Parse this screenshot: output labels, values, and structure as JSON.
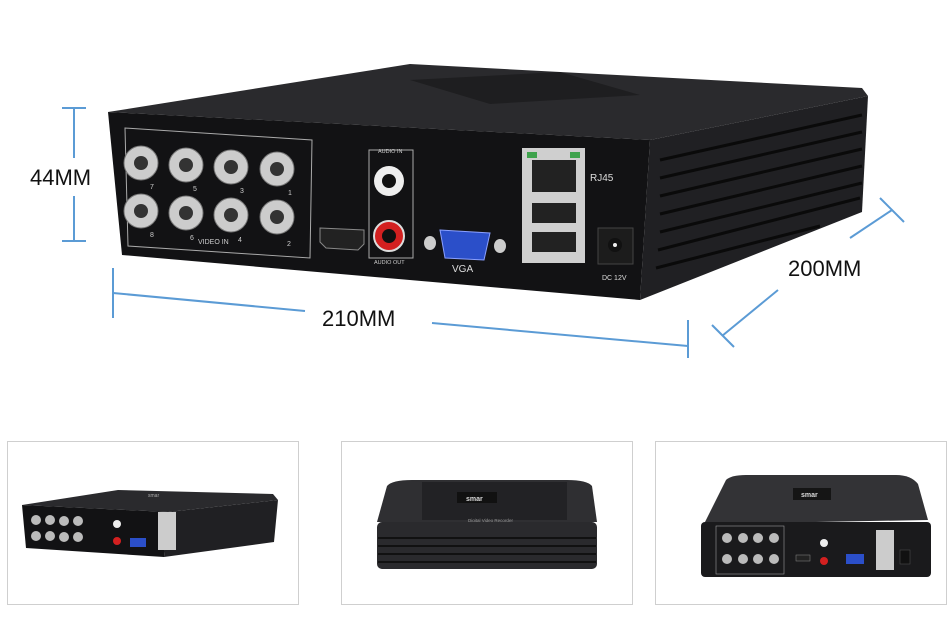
{
  "dimensions": {
    "height": "44MM",
    "width": "210MM",
    "depth": "200MM"
  },
  "brand": "smar",
  "front_label": "Digital Video Recorder",
  "ports": {
    "video_in": "VIDEO IN",
    "bnc_top": [
      "7",
      "5",
      "3",
      "1"
    ],
    "bnc_bottom": [
      "8",
      "6",
      "4",
      "2"
    ],
    "audio_in": "AUDIO IN",
    "audio_out": "AUDIO OUT",
    "vga": "VGA",
    "rj45": "RJ45",
    "dc": "DC  12V"
  },
  "colors": {
    "dimension_line": "#5b9bd5",
    "body": "#1c1c1e",
    "vga": "#2b4fc9",
    "audio_out": "#d32020",
    "rj45_led": "#3fa34d"
  }
}
